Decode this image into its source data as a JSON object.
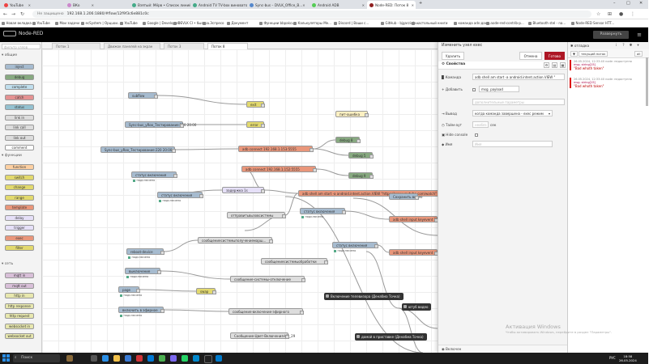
{
  "browser": {
    "tabs": [
      {
        "title": "YouTube"
      },
      {
        "title": "ВКо"
      },
      {
        "title": "Взятый: Мёрв • Список линий"
      },
      {
        "title": "Android TV TV-box виновато..."
      },
      {
        "title": "Sync-bus – DVLK_Office_B..."
      },
      {
        "title": "Android ADB"
      },
      {
        "title": "Node-RED: Поток 8"
      }
    ],
    "address": {
      "secure_label": "Не защищено",
      "url": "192.168.1.206:1880/#flow/12f9f3c6e881c0c"
    },
    "bookmarks": [
      "Новая вкладка",
      "YouTube",
      "Мои задачи",
      "ecSystem | Opцuoи...",
      "YouTube",
      "Google | Developers",
      "DEVLK CI • быстр...",
      "a Эспресо",
      "Документ",
      "Функции bbpakcu...",
      "Калькуляторы Ме...",
      "Discord | Ваши с...",
      "GitHub - bjgarzia/e...",
      "настольный книги",
      "команда ads-данн...",
      "node-red-contrib-p...",
      "Bluetooth stel - na...",
      "Node-RED Sensor HTT..."
    ]
  },
  "nodered": {
    "title": "Node-RED",
    "deploy_label": "Развернуть",
    "menu_icon": "hamburger-icon"
  },
  "palette": {
    "filter_placeholder": "фильтр узлов",
    "categories": [
      {
        "name": "общие",
        "nodes": [
          {
            "label": "inject",
            "color": "#a6bbcf"
          },
          {
            "label": "debug",
            "color": "#87a980"
          },
          {
            "label": "complete",
            "color": "#c0deed"
          },
          {
            "label": "catch",
            "color": "#e49191"
          },
          {
            "label": "status",
            "color": "#94c1d0"
          },
          {
            "label": "link in",
            "color": "#dddddd"
          },
          {
            "label": "link call",
            "color": "#dddddd"
          },
          {
            "label": "link out",
            "color": "#dddddd"
          },
          {
            "label": "comment",
            "color": "#ffffff"
          }
        ]
      },
      {
        "name": "функции",
        "nodes": [
          {
            "label": "function",
            "color": "#fdd0a2"
          },
          {
            "label": "switch",
            "color": "#e2d96e"
          },
          {
            "label": "change",
            "color": "#e2d96e"
          },
          {
            "label": "range",
            "color": "#e2d96e"
          },
          {
            "label": "template",
            "color": "#e9967a"
          },
          {
            "label": "delay",
            "color": "#e6e0f8"
          },
          {
            "label": "trigger",
            "color": "#e6e0f8"
          },
          {
            "label": "exec",
            "color": "#e9967a"
          },
          {
            "label": "filter",
            "color": "#e2d96e"
          }
        ]
      },
      {
        "name": "сеть",
        "nodes": [
          {
            "label": "mqtt in",
            "color": "#d8bfd8"
          },
          {
            "label": "mqtt out",
            "color": "#d8bfd8"
          },
          {
            "label": "http in",
            "color": "#e7e7ae"
          },
          {
            "label": "http response",
            "color": "#e7e7ae"
          },
          {
            "label": "http request",
            "color": "#e7e7ae"
          },
          {
            "label": "websocket in",
            "color": "#e7e7ae"
          },
          {
            "label": "websocket out",
            "color": "#e7e7ae"
          }
        ]
      }
    ]
  },
  "workspace": {
    "tabs": [
      "Поток 1",
      "Движок панелей на экран",
      "Поток 3",
      "Поток 8"
    ],
    "active_tab": 3,
    "nodes": [
      {
        "label": "subflow",
        "color": "#a6bbcf",
        "status": ""
      },
      {
        "label": "exit",
        "color": "#e2d96e",
        "status": ""
      },
      {
        "label": "Sync-bus_yRoo_Тестирование:220 20:00",
        "color": "#a6bbcf",
        "status": ""
      },
      {
        "label": "error",
        "color": "#e2d96e",
        "status": ""
      },
      {
        "label": "пит-ошибка",
        "color": "#fdf0c2",
        "status": ""
      },
      {
        "label": "Sync-bus_yRoo_Тестирование:220 20:00",
        "color": "#a6bbcf",
        "status": ""
      },
      {
        "label": "adb connect 192.168.1.153:5555",
        "color": "#e9967a",
        "status": ""
      },
      {
        "label": "debug 8",
        "color": "#87a980",
        "status": ""
      },
      {
        "label": "debug 5",
        "color": "#87a980",
        "status": ""
      },
      {
        "label": "adb connect 192.168.1.152:5555",
        "color": "#e9967a",
        "status": ""
      },
      {
        "label": "debug 9",
        "color": "#87a980",
        "status": ""
      },
      {
        "label": "статус включения",
        "color": "#a6bbcf",
        "status": "подключено"
      },
      {
        "label": "статус включения",
        "color": "#a6bbcf",
        "status": "подключено"
      },
      {
        "label": "задержка 1s",
        "color": "#e6e0f8",
        "status": ""
      },
      {
        "label": "adb shell am start -a android.intent.action.VIEW \"https://www.youtube.com/watch\"",
        "color": "#e9967a",
        "status": ""
      },
      {
        "label": "Сохранить видео",
        "color": "#a6bbcf",
        "status": ""
      },
      {
        "label": "статус включения",
        "color": "#a6bbcf",
        "status": "подключено"
      },
      {
        "label": "adb shell input keyevent 26",
        "color": "#e9967a",
        "status": ""
      },
      {
        "label": "отправитьвызовсистемы",
        "color": "#dddddd",
        "status": ""
      },
      {
        "label": "сообщениесистемыполучениемарш...",
        "color": "#dddddd",
        "status": ""
      },
      {
        "label": "статус включения",
        "color": "#a6bbcf",
        "status": "подключено"
      },
      {
        "label": "adb shell input keyevent",
        "color": "#e9967a",
        "status": ""
      },
      {
        "label": "reboot-device",
        "color": "#a6bbcf",
        "status": "подключено"
      },
      {
        "label": "сообщениесистемыобработки",
        "color": "#dddddd",
        "status": ""
      },
      {
        "label": "выключение",
        "color": "#a6bbcf",
        "status": "подключено"
      },
      {
        "label": "сообщение-системы-отключение",
        "color": "#dddddd",
        "status": ""
      },
      {
        "label": "page",
        "color": "#a6bbcf",
        "status": "подключено"
      },
      {
        "label": "swap",
        "color": "#e2d96e",
        "status": ""
      },
      {
        "label": "включить в эфирное",
        "color": "#a6bbcf",
        "status": "подключено"
      },
      {
        "label": "сообщение-включение-эфирного",
        "color": "#dddddd",
        "status": ""
      },
      {
        "label": "Сообщение-Цвет-Включения-КО_29",
        "color": "#dddddd",
        "status": ""
      },
      {
        "label": "Включение телевизора (Денабма Точка)",
        "color": "#333333",
        "status": ""
      },
      {
        "label": "ютуб видео",
        "color": "#333333",
        "status": ""
      },
      {
        "label": "домой в приставке (Денабма Точка)",
        "color": "#333333",
        "status": ""
      }
    ]
  },
  "editor": {
    "title": "Изменить узел exec",
    "delete_label": "Удалить",
    "cancel_label": "Отмена",
    "done_label": "Готово",
    "properties_label": "Свойства",
    "command_label": "Команда",
    "command_value": "adb shell am start -a android.intent.action.VIEW \"",
    "append_label": "Добавить",
    "append_value": "msg. payload",
    "extra_params_placeholder": "дополнительные параметры",
    "output_label": "Вывод",
    "output_value": "когда команда завершена - exec режим",
    "timeout_label": "Тайм-аут",
    "timeout_placeholder": "необяз",
    "timeout_unit": "сек",
    "hide_console_label": "Hide console",
    "name_label": "Имя",
    "name_placeholder": "Имя",
    "footer_enabled_label": "Включен"
  },
  "sidebar": {
    "title": "отладка",
    "filter_label": "текущий поток",
    "clear_label": "all",
    "messages": [
      {
        "meta": "26.05.2024, 12:33:40   node: недоступно",
        "topic": "msg. string[15]",
        "value": "\"Bad whoth token\""
      },
      {
        "meta": "26.05.2024, 12:33:40   node: недоступно",
        "topic": "msg. string[15]",
        "value": "\"Bad whoth token\""
      }
    ]
  },
  "os": {
    "watermark_title": "Активация Windows",
    "watermark_sub": "Чтобы активировать Windows, перейдите в раздел \"Параметры\".",
    "search_label": "Поиск",
    "lang": "РУС",
    "time": "18:58",
    "date": "26.05.2024"
  }
}
